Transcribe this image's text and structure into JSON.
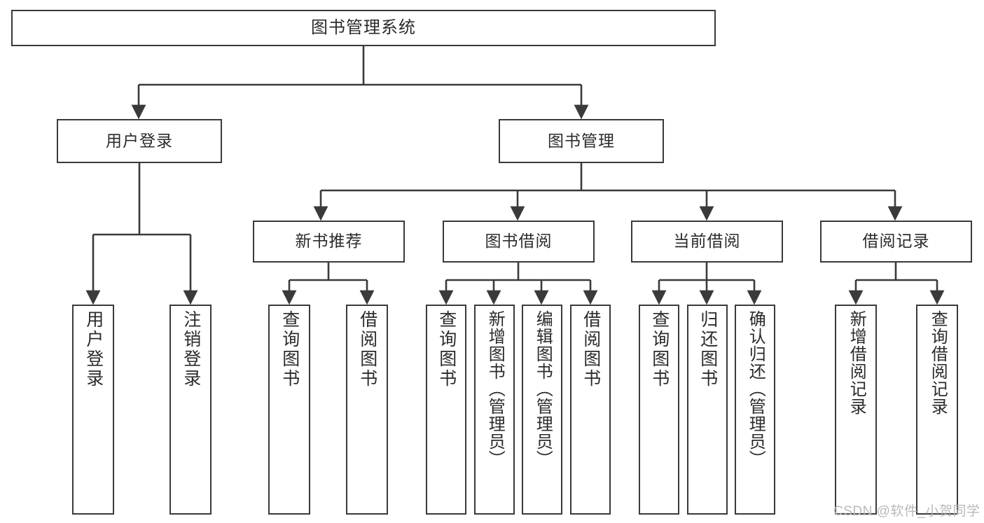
{
  "diagram": {
    "title": "图书管理系统",
    "type": "tree-hierarchy-diagram",
    "root": {
      "id": "root",
      "label": "图书管理系统"
    },
    "level2": [
      {
        "id": "user-login",
        "label": "用户登录"
      },
      {
        "id": "book-management",
        "label": "图书管理"
      }
    ],
    "level3": [
      {
        "id": "new-book-recommend",
        "label": "新书推荐"
      },
      {
        "id": "book-borrow",
        "label": "图书借阅"
      },
      {
        "id": "current-borrow",
        "label": "当前借阅"
      },
      {
        "id": "borrow-record",
        "label": "借阅记录"
      }
    ],
    "leaves": {
      "user_login": [
        {
          "id": "leaf-user-login",
          "label": "用户登录"
        },
        {
          "id": "leaf-logout-login",
          "label": "注销登录"
        }
      ],
      "new_book_recommend": [
        {
          "id": "leaf-query-book-1",
          "label": "查询图书"
        },
        {
          "id": "leaf-borrow-book-1",
          "label": "借阅图书"
        }
      ],
      "book_borrow": [
        {
          "id": "leaf-query-book-2",
          "label": "查询图书"
        },
        {
          "id": "leaf-add-book-admin",
          "label": "新增图书（管理员）"
        },
        {
          "id": "leaf-edit-book-admin",
          "label": "编辑图书（管理员）"
        },
        {
          "id": "leaf-borrow-book-2",
          "label": "借阅图书"
        }
      ],
      "current_borrow": [
        {
          "id": "leaf-query-book-3",
          "label": "查询图书"
        },
        {
          "id": "leaf-return-book",
          "label": "归还图书"
        },
        {
          "id": "leaf-confirm-return-admin",
          "label": "确认归还（管理员）"
        }
      ],
      "borrow_record": [
        {
          "id": "leaf-add-borrow-record",
          "label": "新增借阅记录"
        },
        {
          "id": "leaf-query-borrow-record",
          "label": "查询借阅记录"
        }
      ]
    },
    "colors": {
      "box_border": "#3a3a3a",
      "box_fill": "#ffffff",
      "connector": "#3a3a3a",
      "text": "#2b2b2b",
      "watermark": "#b9b9b9"
    }
  },
  "watermark": {
    "text": "CSDN @软件_小贺同学"
  }
}
